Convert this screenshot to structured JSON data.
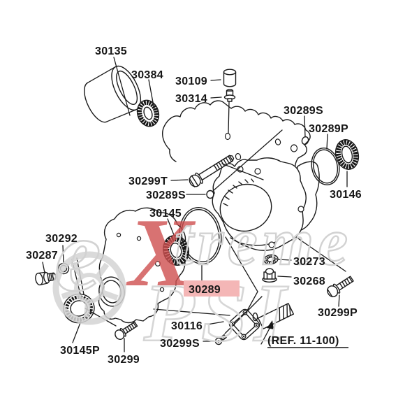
{
  "diagram": {
    "kind": "exploded-parts-diagram",
    "reference": {
      "label": "(REF. 11-100)"
    }
  },
  "colors": {
    "background": "#ffffff",
    "line": "#1a1a1a",
    "highlight_bg": "#f4b6b6",
    "highlight_text": "#1c1c1c",
    "watermark_gray": "#d2d2d2",
    "watermark_red": "#cf5050"
  },
  "watermark": {
    "main_prefix": "e",
    "main_accent": "X",
    "main_suffix": "treme",
    "secondary": "PSI"
  },
  "parts": [
    {
      "label": "30135",
      "depicts": "sleeve-collar",
      "highlighted": false
    },
    {
      "label": "30384",
      "depicts": "oil-seal",
      "highlighted": false
    },
    {
      "label": "30109",
      "depicts": "cap-plug",
      "highlighted": false
    },
    {
      "label": "30314",
      "depicts": "bolt-plug",
      "highlighted": false
    },
    {
      "label": "30289S",
      "depicts": "o-ring-small",
      "highlighted": false
    },
    {
      "label": "30289P",
      "depicts": "o-ring-large",
      "highlighted": false
    },
    {
      "label": "30146",
      "depicts": "oil-seal",
      "highlighted": false
    },
    {
      "label": "30299T",
      "depicts": "flange-bolt-long",
      "highlighted": false
    },
    {
      "label": "30289S",
      "depicts": "o-ring-small",
      "highlighted": false
    },
    {
      "label": "30145",
      "depicts": "oil-seal",
      "highlighted": false
    },
    {
      "label": "30292",
      "depicts": "gasket-washer",
      "highlighted": false
    },
    {
      "label": "30287",
      "depicts": "drain-plug",
      "highlighted": false
    },
    {
      "label": "30289",
      "depicts": "o-ring-large",
      "highlighted": true
    },
    {
      "label": "30273",
      "depicts": "lock-washer",
      "highlighted": false
    },
    {
      "label": "30268",
      "depicts": "flange-nut",
      "highlighted": false
    },
    {
      "label": "30299P",
      "depicts": "flange-bolt",
      "highlighted": false
    },
    {
      "label": "30145P",
      "depicts": "oil-seal",
      "highlighted": false
    },
    {
      "label": "30299",
      "depicts": "flange-bolt",
      "highlighted": false
    },
    {
      "label": "30116",
      "depicts": "cover-gasket",
      "highlighted": false
    },
    {
      "label": "30299S",
      "depicts": "screw-small",
      "highlighted": false
    }
  ]
}
